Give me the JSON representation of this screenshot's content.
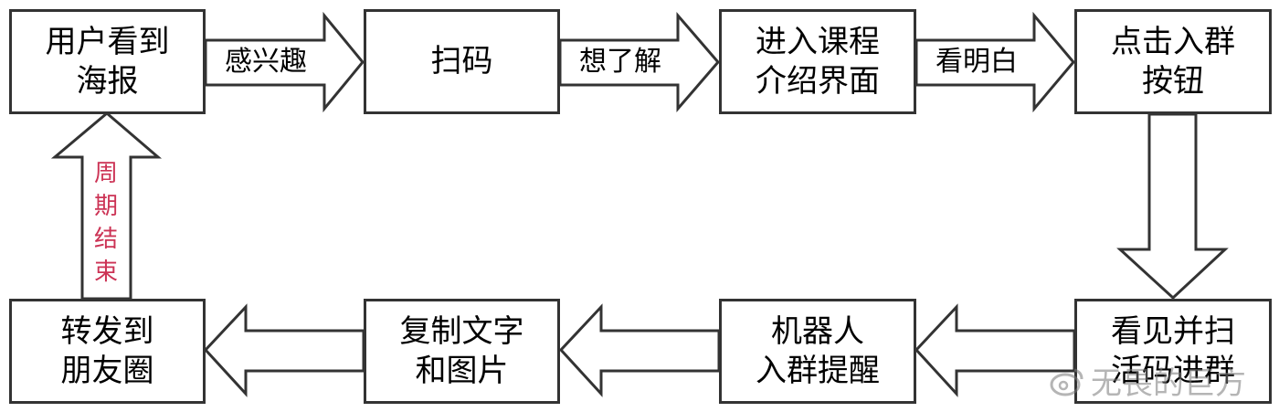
{
  "nodes": [
    {
      "id": "user-sees-poster",
      "lines": [
        "用户看到",
        "海报"
      ]
    },
    {
      "id": "scan-code",
      "lines": [
        "扫码"
      ]
    },
    {
      "id": "enter-course-page",
      "lines": [
        "进入课程",
        "介绍界面"
      ]
    },
    {
      "id": "click-join-group",
      "lines": [
        "点击入群",
        "按钮"
      ]
    },
    {
      "id": "see-and-scan",
      "lines": [
        "看见并扫",
        "活码进群"
      ]
    },
    {
      "id": "bot-reminder",
      "lines": [
        "机器人",
        "入群提醒"
      ]
    },
    {
      "id": "copy-text-image",
      "lines": [
        "复制文字",
        "和图片"
      ]
    },
    {
      "id": "share-moments",
      "lines": [
        "转发到",
        "朋友圈"
      ]
    }
  ],
  "arrow_labels": {
    "interested": "感兴趣",
    "learn_more": "想了解",
    "understood": "看明白",
    "cycle_end": [
      "周",
      "期",
      "结",
      "束"
    ]
  },
  "watermark": "无畏的巨方",
  "colors": {
    "border": "#333333",
    "cycle_label": "#cc3355"
  }
}
